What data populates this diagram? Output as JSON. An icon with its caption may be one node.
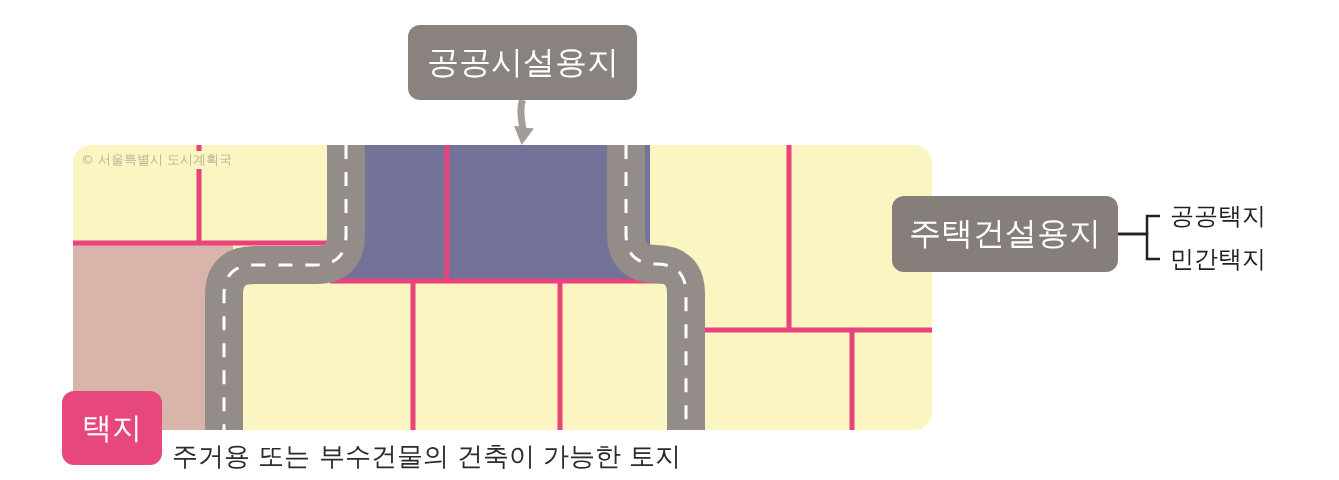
{
  "diagram": {
    "nodes": [
      {
        "text": [
          "공공시설용지"
        ]
      },
      {
        "text": [],
        "shape": "box"
      },
      {
        "text": [
          "주택건설용지"
        ]
      },
      {
        "text": [
          "공공택지"
        ]
      },
      {
        "text": [
          "민간택지"
        ]
      },
      {
        "text": [
          "택지"
        ],
        "beside": [
          "주거용 또는 부수건물의 건축이 가능한 토지"
        ]
      }
    ],
    "edges": [
      {
        "from": 0,
        "to": 1,
        "arrow": "to",
        "style": "thick",
        "color": "#a39d9a"
      },
      {
        "from": 2,
        "to": 3,
        "arrow": "none"
      },
      {
        "from": 2,
        "to": 4,
        "arrow": "none"
      }
    ],
    "labels": [
      "© 서울특별시 도시계획국"
    ]
  }
}
